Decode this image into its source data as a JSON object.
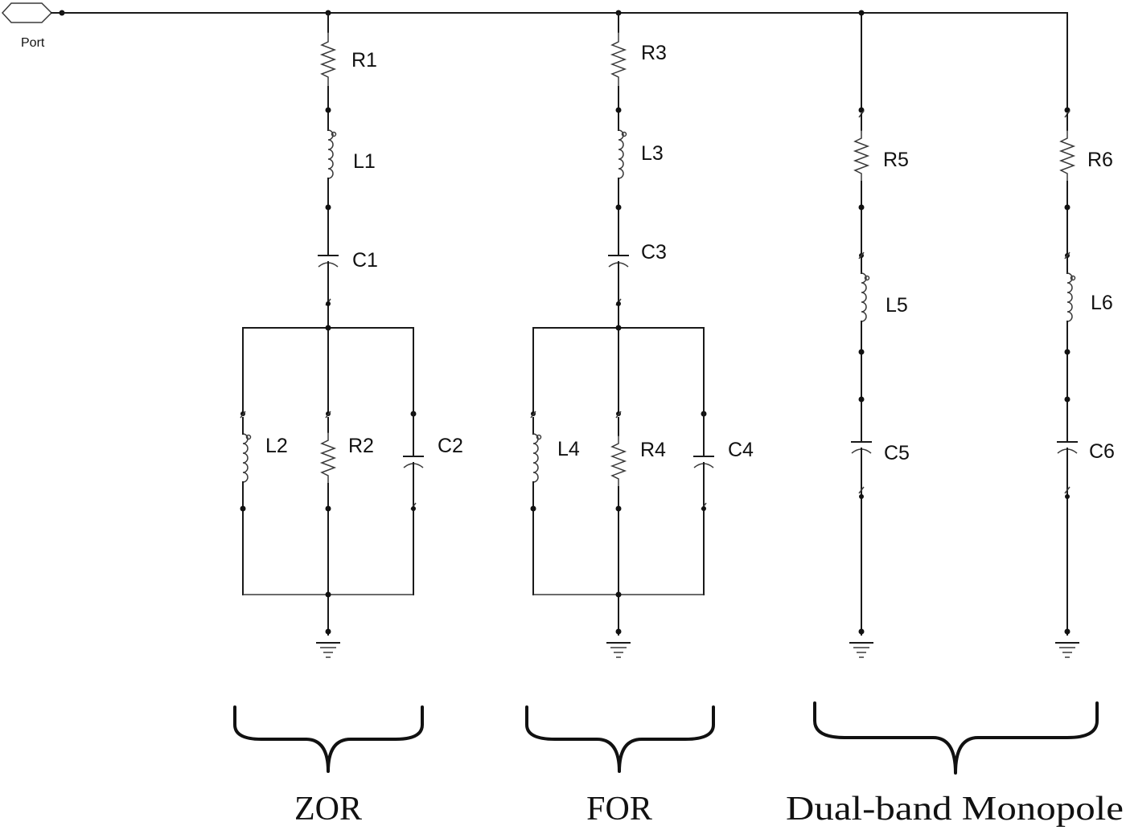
{
  "port": {
    "label": "Port"
  },
  "components": {
    "R1": "R1",
    "L1": "L1",
    "C1": "C1",
    "L2": "L2",
    "R2": "R2",
    "C2": "C2",
    "R3": "R3",
    "L3": "L3",
    "C3": "C3",
    "L4": "L4",
    "R4": "R4",
    "C4": "C4",
    "R5": "R5",
    "L5": "L5",
    "C5": "C5",
    "R6": "R6",
    "L6": "L6",
    "C6": "C6"
  },
  "groups": {
    "zor": "ZOR",
    "for": "FOR",
    "monopole": "Dual-band Monopole"
  },
  "colors": {
    "line": "#1a1a1a",
    "background": "#ffffff"
  }
}
